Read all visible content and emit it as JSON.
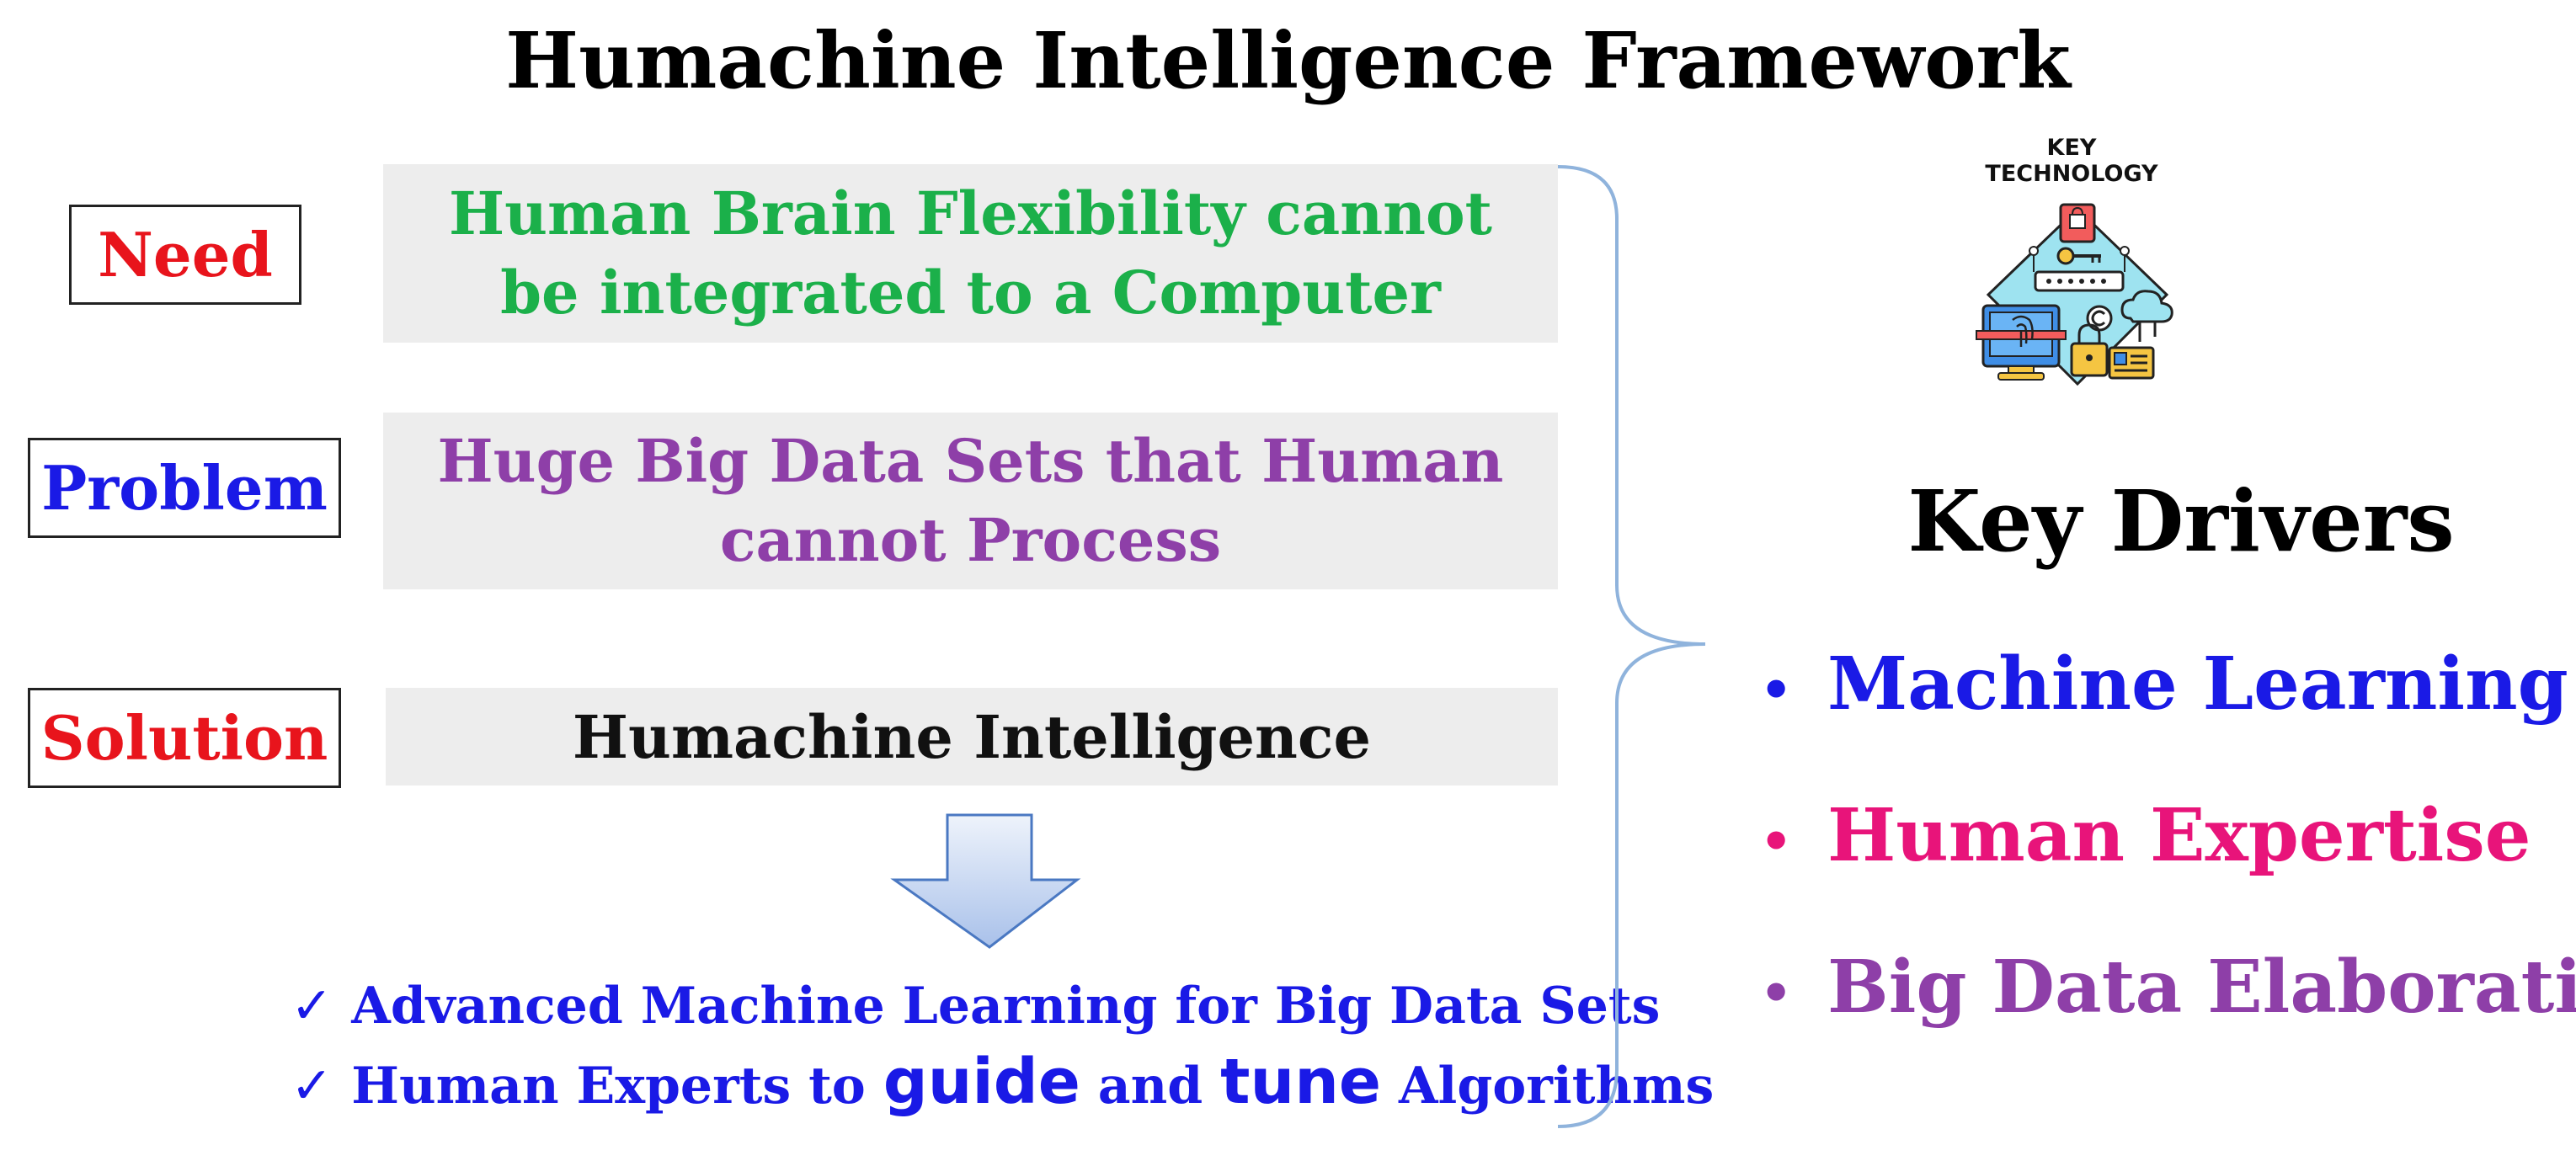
{
  "title": "Humachine Intelligence Framework",
  "rows": {
    "need": {
      "label": "Need",
      "label_color": "#e8141c",
      "text": "Human Brain Flexibility cannot be integrated to a Computer",
      "text_color": "#1bb04a"
    },
    "problem": {
      "label": "Problem",
      "label_color": "#1a1ae6",
      "text": "Huge Big Data Sets that Human cannot Process",
      "text_color": "#8e3fa8"
    },
    "solution": {
      "label": "Solution",
      "label_color": "#e8141c",
      "text": "Humachine Intelligence",
      "text_color": "#111111"
    }
  },
  "outcomes": {
    "color": "#1a1ae6",
    "check_symbol": "✓",
    "line1": "Advanced Machine Learning for Big Data Sets",
    "line2": {
      "a": "Human Experts to ",
      "b": "guide",
      "c": " and ",
      "d": "tune",
      "e": " Algorithms"
    }
  },
  "key_technology_icon": {
    "caption_line1": "KEY",
    "caption_line2": "TECHNOLOGY"
  },
  "key_drivers": {
    "title": "Key Drivers",
    "bullet_symbol": "•",
    "items": [
      {
        "text": "Machine Learning",
        "color": "#1a1ae6"
      },
      {
        "text": "Human Expertise",
        "color": "#e8147a"
      },
      {
        "text": "Big Data Elaboration",
        "color": "#8e3fa8"
      }
    ]
  },
  "colors": {
    "panel_bg": "#ededed",
    "brace": "#8fb3dc",
    "arrow_fill_top": "#eef3fb",
    "arrow_fill_bottom": "#a9c1ea",
    "arrow_stroke": "#4a78c2"
  }
}
